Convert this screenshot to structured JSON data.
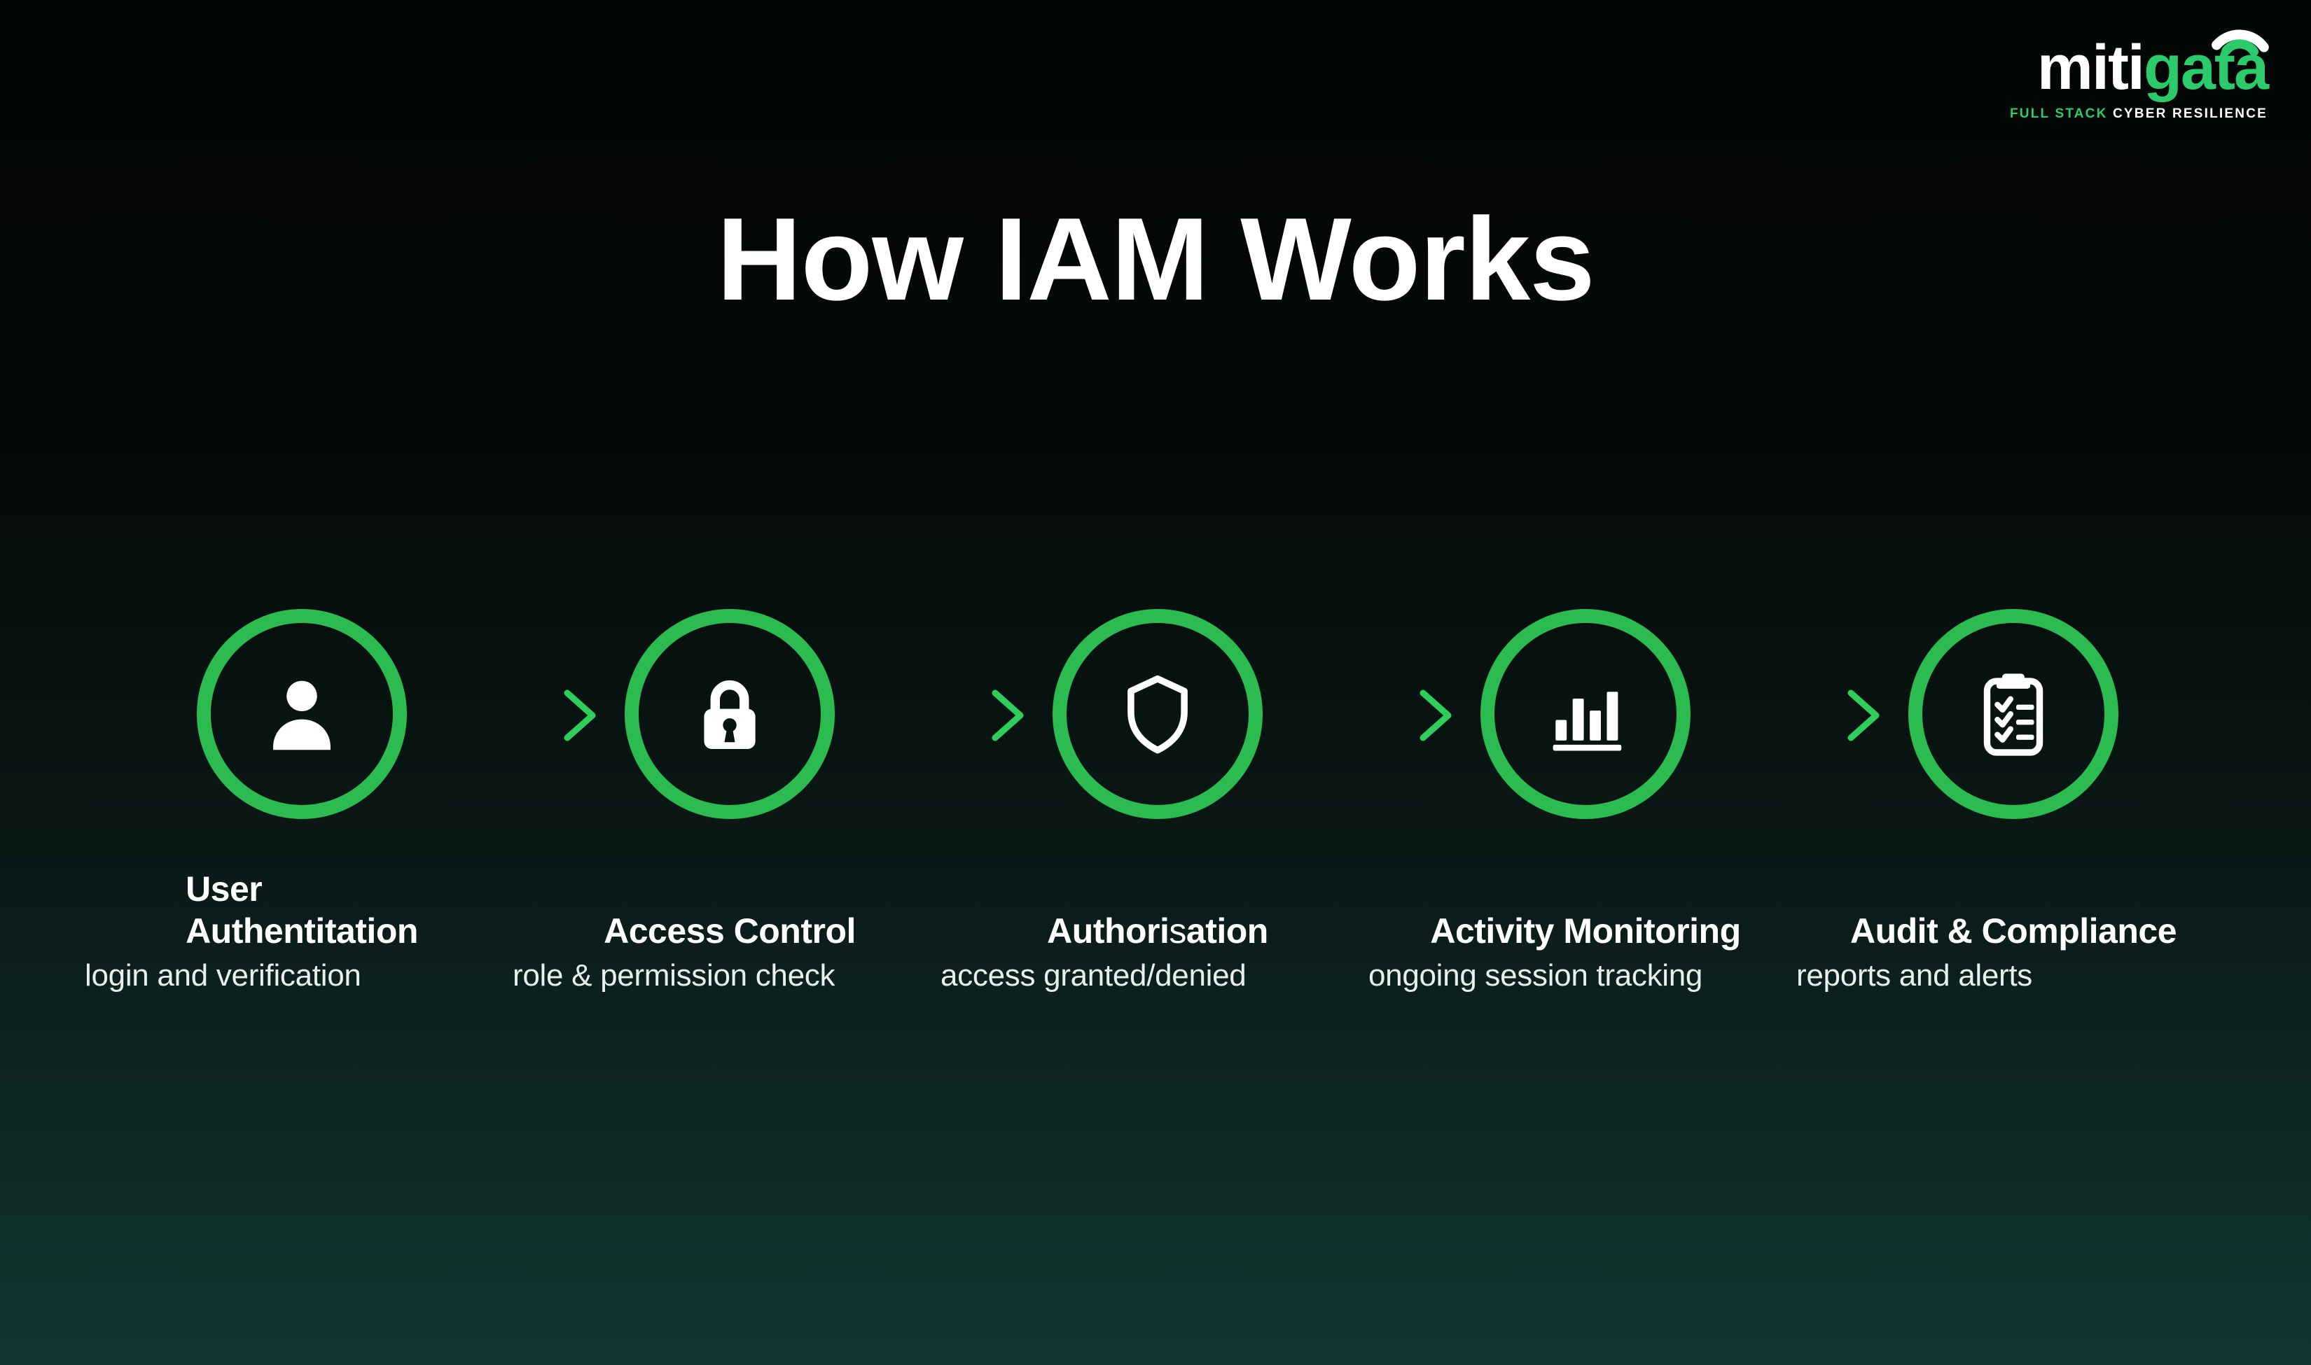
{
  "brand": {
    "wordmark_prefix": "miti",
    "wordmark_suffix": "gata",
    "tagline_accent": "FULL STACK",
    "tagline_rest": "CYBER RESILIENCE"
  },
  "title": "How IAM Works",
  "steps": [
    {
      "icon": "user-icon",
      "title": "User\nAuthentitation",
      "subtitle": "login and verification"
    },
    {
      "icon": "lock-icon",
      "title": "Access Control",
      "subtitle": "role & permission check"
    },
    {
      "icon": "shield-icon",
      "title_pre": "Authori",
      "title_mid": "s",
      "title_post": "ation",
      "subtitle": "access granted/denied"
    },
    {
      "icon": "bar-chart-icon",
      "title": "Activity Monitoring",
      "subtitle": "ongoing session tracking"
    },
    {
      "icon": "clipboard-check-icon",
      "title": "Audit & Compliance",
      "subtitle": "reports and alerts"
    }
  ],
  "colors": {
    "accent_green": "#2CBB50",
    "logo_green": "#2BCB6C",
    "arrow_green": "#2FCE5C",
    "bg_top": "#030606",
    "bg_bottom": "#123632",
    "text_primary": "#FFFFFF",
    "text_secondary": "#E8F0EE"
  }
}
